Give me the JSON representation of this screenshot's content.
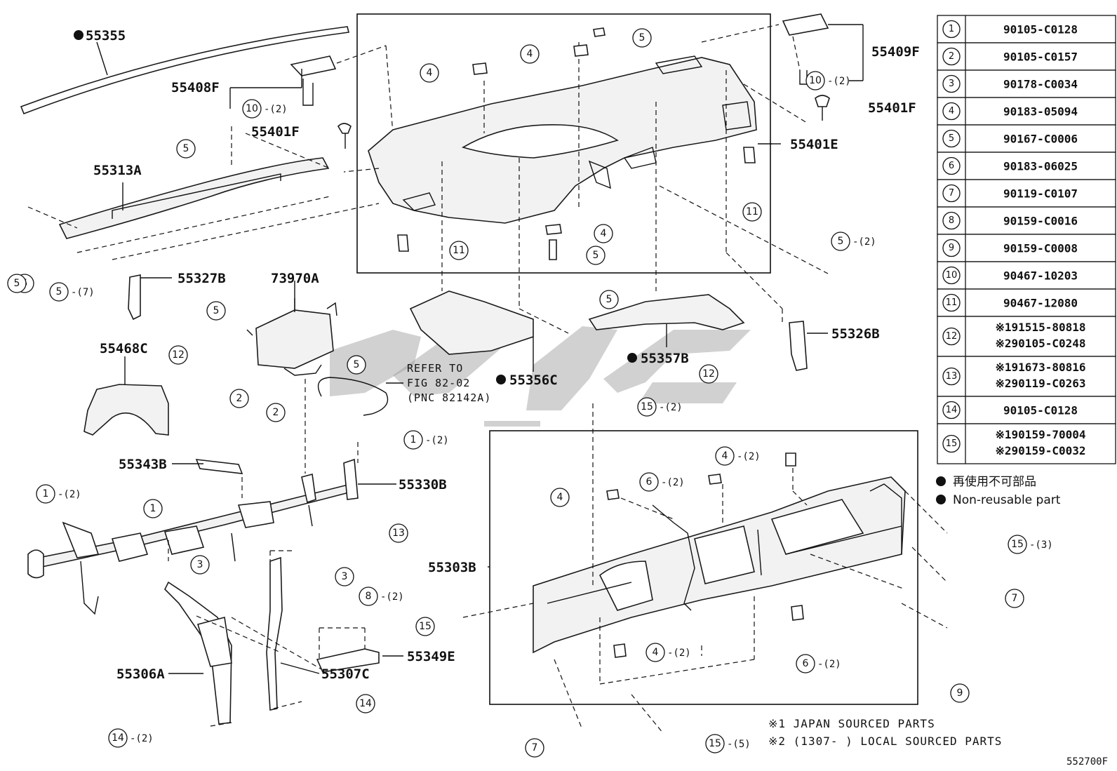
{
  "labels": {
    "p55355": "55355",
    "p55408F": "55408F",
    "p55401F_a": "55401F",
    "p55401F_b": "55401F",
    "p55409F": "55409F",
    "p55401E": "55401E",
    "p55313A": "55313A",
    "p55327B": "55327B",
    "p73970A": "73970A",
    "p55468C": "55468C",
    "p55356C": "55356C",
    "p55357B": "55357B",
    "p55326B": "55326B",
    "p55343B": "55343B",
    "p55330B": "55330B",
    "p55303B": "55303B",
    "p55349E": "55349E",
    "p55307C": "55307C",
    "p55306A": "55306A"
  },
  "refer": {
    "line1": "REFER TO",
    "line2": "FIG 82-02",
    "line3": "(PNC 82142A)"
  },
  "callouts": {
    "c1": {
      "num": "10",
      "qty": "(2)"
    },
    "c2": {
      "num": "5",
      "qty": ""
    },
    "c3": {
      "num": "5",
      "qty": ""
    },
    "c4": {
      "num": "5",
      "qty": "(7)"
    },
    "c5": {
      "num": "4",
      "qty": ""
    },
    "c6": {
      "num": "4",
      "qty": ""
    },
    "c7": {
      "num": "5",
      "qty": ""
    },
    "c8": {
      "num": "10",
      "qty": "(2)"
    },
    "c9": {
      "num": "11",
      "qty": ""
    },
    "c10": {
      "num": "11",
      "qty": ""
    },
    "c11": {
      "num": "4",
      "qty": ""
    },
    "c12": {
      "num": "5",
      "qty": ""
    },
    "c13": {
      "num": "5",
      "qty": "(2)"
    },
    "c14": {
      "num": "5",
      "qty": ""
    },
    "c15": {
      "num": "12",
      "qty": ""
    },
    "c16": {
      "num": "5",
      "qty": ""
    },
    "c17": {
      "num": "5",
      "qty": ""
    },
    "c18": {
      "num": "5",
      "qty": ""
    },
    "c19": {
      "num": "12",
      "qty": ""
    },
    "c20": {
      "num": "15",
      "qty": "(2)"
    },
    "c21": {
      "num": "2",
      "qty": ""
    },
    "c22": {
      "num": "2",
      "qty": ""
    },
    "c23": {
      "num": "1",
      "qty": "(2)"
    },
    "c24": {
      "num": "1",
      "qty": "(2)"
    },
    "c25": {
      "num": "1",
      "qty": ""
    },
    "c26": {
      "num": "13",
      "qty": ""
    },
    "c27": {
      "num": "3",
      "qty": ""
    },
    "c28": {
      "num": "3",
      "qty": ""
    },
    "c29": {
      "num": "8",
      "qty": "(2)"
    },
    "c30": {
      "num": "14",
      "qty": ""
    },
    "c31": {
      "num": "14",
      "qty": "(2)"
    },
    "c32": {
      "num": "4",
      "qty": "(2)"
    },
    "c33": {
      "num": "6",
      "qty": "(2)"
    },
    "c34": {
      "num": "4",
      "qty": ""
    },
    "c35": {
      "num": "15",
      "qty": ""
    },
    "c36": {
      "num": "4",
      "qty": "(2)"
    },
    "c37": {
      "num": "6",
      "qty": "(2)"
    },
    "c38": {
      "num": "15",
      "qty": "(3)"
    },
    "c39": {
      "num": "7",
      "qty": ""
    },
    "c40": {
      "num": "9",
      "qty": ""
    },
    "c41": {
      "num": "7",
      "qty": ""
    },
    "c42": {
      "num": "15",
      "qty": "(5)"
    }
  },
  "table": {
    "rows": [
      {
        "no": "1",
        "lines": [
          "90105-C0128"
        ]
      },
      {
        "no": "2",
        "lines": [
          "90105-C0157"
        ]
      },
      {
        "no": "3",
        "lines": [
          "90178-C0034"
        ]
      },
      {
        "no": "4",
        "lines": [
          "90183-05094"
        ]
      },
      {
        "no": "5",
        "lines": [
          "90167-C0006"
        ]
      },
      {
        "no": "6",
        "lines": [
          "90183-06025"
        ]
      },
      {
        "no": "7",
        "lines": [
          "90119-C0107"
        ]
      },
      {
        "no": "8",
        "lines": [
          "90159-C0016"
        ]
      },
      {
        "no": "9",
        "lines": [
          "90159-C0008"
        ]
      },
      {
        "no": "10",
        "lines": [
          "90467-10203"
        ]
      },
      {
        "no": "11",
        "lines": [
          "90467-12080"
        ]
      },
      {
        "no": "12",
        "lines": [
          "※191515-80818",
          "※290105-C0248"
        ]
      },
      {
        "no": "13",
        "lines": [
          "※191673-80816",
          "※290119-C0263"
        ]
      },
      {
        "no": "14",
        "lines": [
          "90105-C0128"
        ]
      },
      {
        "no": "15",
        "lines": [
          "※190159-70004",
          "※290159-C0032"
        ]
      }
    ]
  },
  "legend": {
    "jp": "再使用不可部品",
    "en": "Non-reusable part"
  },
  "notes": {
    "n1": "※1 JAPAN SOURCED PARTS",
    "n2": "※2 (1307-    ) LOCAL SOURCED PARTS"
  },
  "figure_id": "552700F",
  "colors": {
    "ink": "#111111",
    "watermark": "#9a9a9a"
  }
}
